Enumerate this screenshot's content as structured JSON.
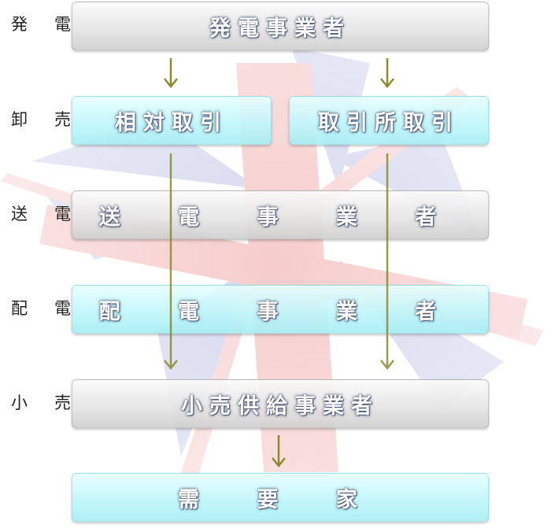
{
  "labels": {
    "generation": "発 電",
    "wholesale": "卸 売",
    "transmission": "送 電",
    "distribution": "配 電",
    "retail": "小 売"
  },
  "boxes": {
    "generator": "発電事業者",
    "bilateral": "相対取引",
    "exchange": "取引所取引",
    "transmission": "送 電 事 業 者",
    "distribution": "配 電 事 業 者",
    "retailer": "小売供給事業者",
    "consumer": "需 要 家"
  },
  "colors": {
    "gray_box": "#e6e6e6",
    "cyan_box": "#bdf6fb",
    "arrow_glow": "#f4f27a",
    "arrow": "#8a8a2e",
    "flag_red": "#f5c3c3",
    "flag_blue": "#c8cbe8"
  }
}
